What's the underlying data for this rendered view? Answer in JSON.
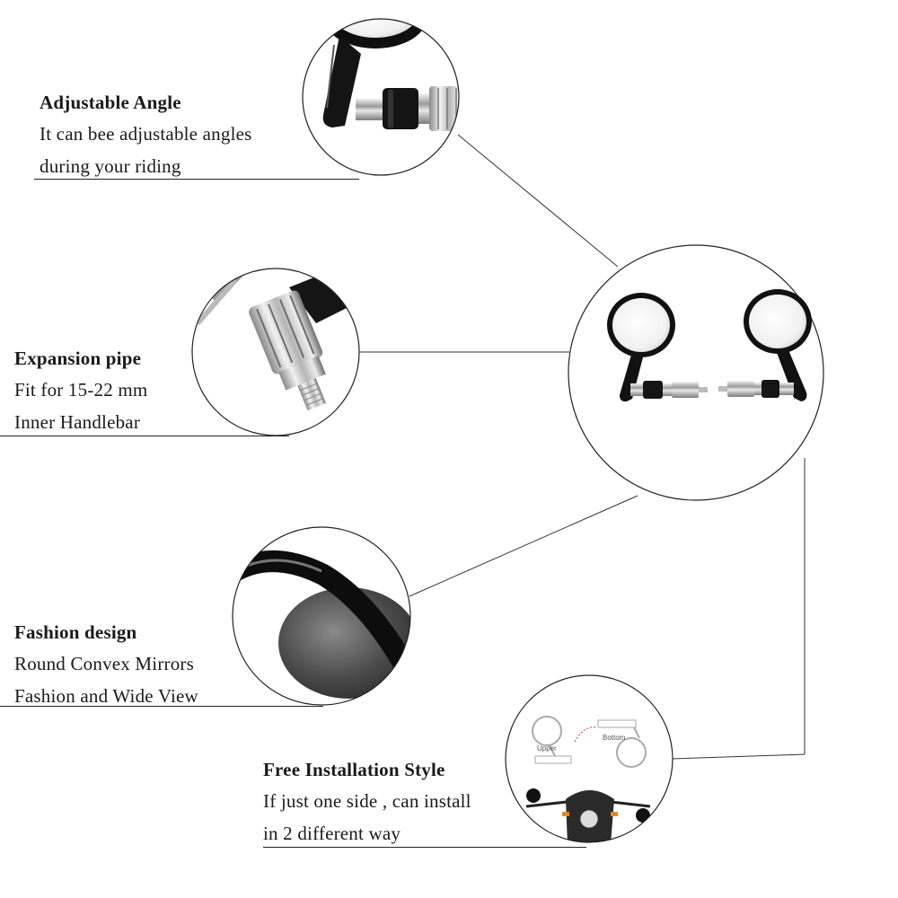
{
  "features": [
    {
      "id": "adjustable-angle",
      "title": "Adjustable Angle",
      "lines": [
        "It can bee adjustable angles",
        "during your riding"
      ]
    },
    {
      "id": "expansion-pipe",
      "title": "Expansion pipe",
      "lines": [
        "Fit for 15-22 mm",
        "Inner Handlebar"
      ]
    },
    {
      "id": "fashion-design",
      "title": "Fashion design",
      "lines": [
        "Round Convex Mirrors",
        "Fashion and Wide View"
      ]
    },
    {
      "id": "free-installation",
      "title": "Free Installation Style",
      "lines": [
        "If just one side , can install",
        "in 2 different way"
      ]
    }
  ],
  "install_diagram": {
    "upper_label": "Upper",
    "bottom_label": "Bottom"
  },
  "colors": {
    "text": "#1a1a1a",
    "line": "#222222",
    "metal": "#c9c9c9",
    "black": "#111111"
  }
}
